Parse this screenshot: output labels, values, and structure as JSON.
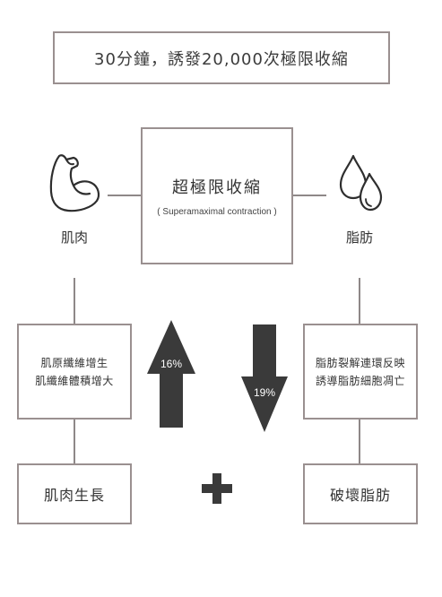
{
  "title": "30分鐘，誘發20,000次極限收縮",
  "center": {
    "main": "超極限收縮",
    "sub": "( Superamaximal contraction )"
  },
  "left_label": "肌肉",
  "right_label": "脂肪",
  "left_effect": {
    "line1": "肌原纖維增生",
    "line2": "肌纖維體積增大"
  },
  "right_effect": {
    "line1": "脂肪裂解連環反映",
    "line2": "誘導脂肪細胞凋亡"
  },
  "up_arrow_label": "16%",
  "down_arrow_label": "19%",
  "left_result": "肌肉生長",
  "right_result": "破壞脂肪",
  "icons": {
    "left": "flexed-bicep-icon",
    "right": "fat-droplets-icon",
    "middle": "plus-icon"
  },
  "colors": {
    "border": "#9a9090",
    "arrow": "#3a3a3a",
    "text": "#333333"
  }
}
